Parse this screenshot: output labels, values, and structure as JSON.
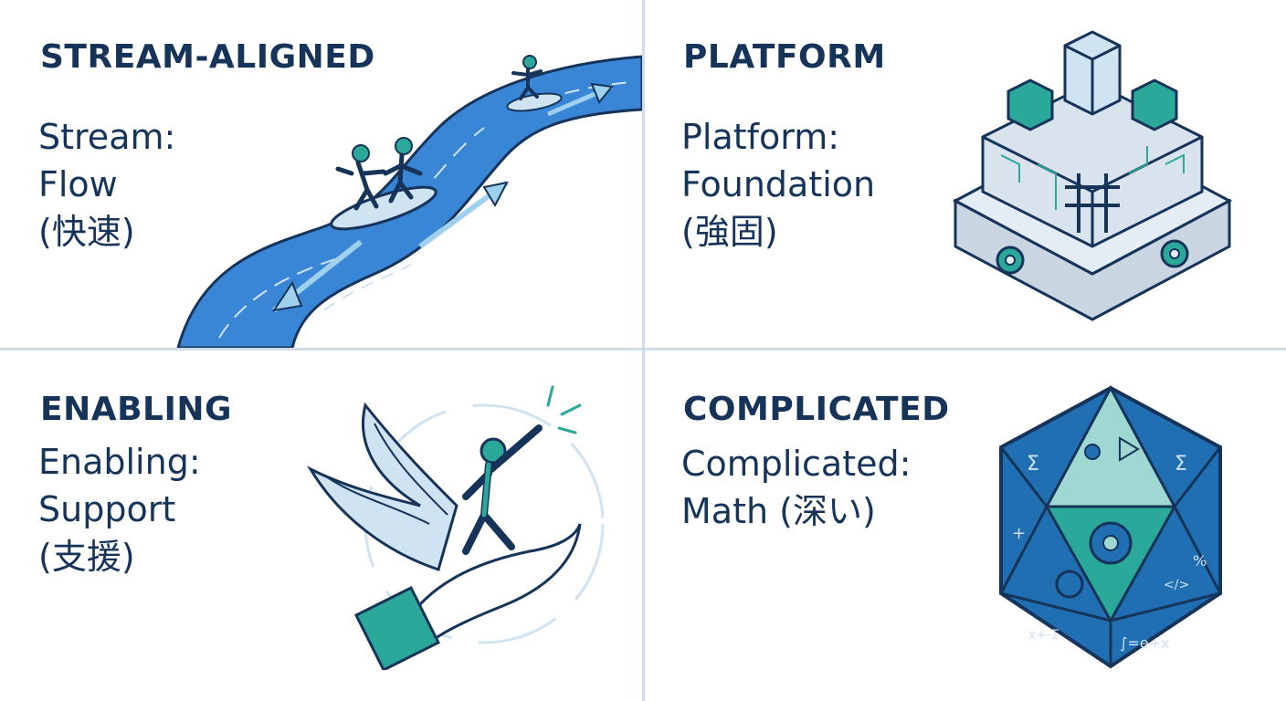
{
  "quadrants": {
    "stream": {
      "title": "STREAM-ALIGNED",
      "line1": "Stream:",
      "line2": "Flow",
      "line3": "(快速)",
      "icon": "river-surfers-icon"
    },
    "platform": {
      "title": "PLATFORM",
      "line1": "Platform:",
      "line2": "Foundation",
      "line3": "(強固)",
      "icon": "platform-blocks-icon"
    },
    "enabling": {
      "title": "ENABLING",
      "line1": "Enabling:",
      "line2": "Support",
      "line3": "(支援)",
      "icon": "wing-hand-support-icon"
    },
    "complicated": {
      "title": "COMPLICATED",
      "line1": "Complicated:",
      "line2": "Math (深い)",
      "icon": "math-icosahedron-icon",
      "symbols": {
        "sum": "Σ",
        "plus": "+",
        "pct": "%",
        "code": "</>",
        "formula": "∫=e+x",
        "ops": "x+-Σ"
      }
    }
  },
  "colors": {
    "navy": "#16335a",
    "river": "#3a86d6",
    "teal": "#2aa89a",
    "light_blue": "#cfe3f3",
    "divider": "#cfdcea"
  }
}
